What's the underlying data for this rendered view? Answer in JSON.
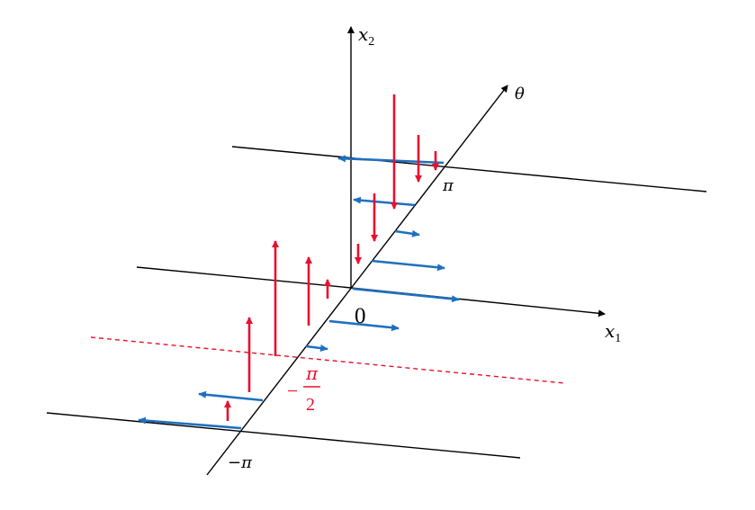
{
  "axes": {
    "x1_label": "x",
    "x1_sub": "1",
    "x2_label": "x",
    "x2_sub": "2",
    "theta_label": "θ"
  },
  "origin_label": "0",
  "theta_ticks": {
    "pi": "π",
    "neg_pi": "−π",
    "neg_half_pi_sign": "−",
    "neg_half_pi_num": "π",
    "neg_half_pi_den": "2"
  },
  "colors": {
    "axis": "#000000",
    "blue_arrow": "#1f6fbf",
    "red_arrow": "#e8102e",
    "dashed_line": "#e8102e"
  }
}
